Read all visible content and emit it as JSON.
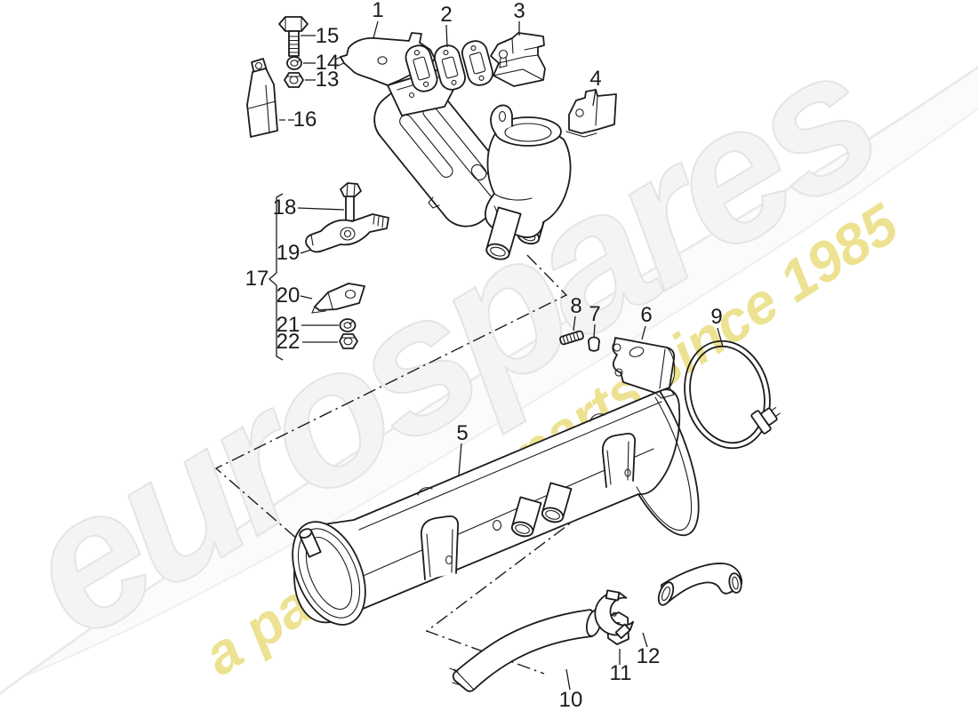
{
  "watermark": {
    "brand": "eurospares",
    "tagline": "a passion for parts since 1985"
  },
  "colors": {
    "line": "#1c1c1c",
    "brand_fill": "#f4f4f4",
    "brand_stroke": "#e4e4e4",
    "tagline_fill": "#eade7f",
    "swoosh": "#e8e8e8",
    "background": "#ffffff"
  },
  "callouts": [
    {
      "label": "1"
    },
    {
      "label": "2"
    },
    {
      "label": "3"
    },
    {
      "label": "4"
    },
    {
      "label": "5"
    },
    {
      "label": "6"
    },
    {
      "label": "7"
    },
    {
      "label": "8"
    },
    {
      "label": "9"
    },
    {
      "label": "10"
    },
    {
      "label": "11"
    },
    {
      "label": "12"
    },
    {
      "label": "13"
    },
    {
      "label": "14"
    },
    {
      "label": "15"
    },
    {
      "label": "16"
    },
    {
      "label": "17"
    },
    {
      "label": "18"
    },
    {
      "label": "19"
    },
    {
      "label": "20"
    },
    {
      "label": "21"
    },
    {
      "label": "22"
    }
  ]
}
